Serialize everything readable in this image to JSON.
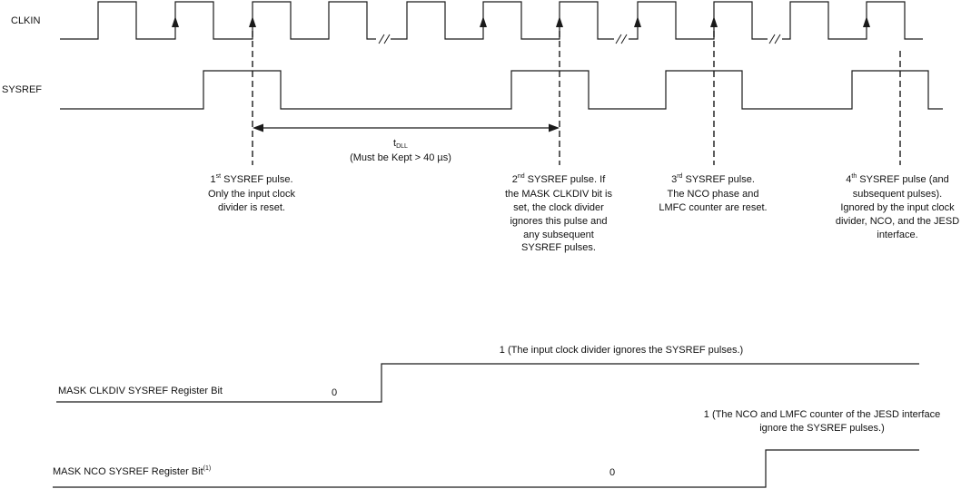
{
  "signals": {
    "clkin": "CLKIN",
    "sysref": "SYSREF",
    "mask_clkdiv": "MASK CLKDIV SYSREF Register Bit",
    "mask_nco": "MASK NCO SYSREF Register Bit",
    "mask_nco_sup": "(1)"
  },
  "tdll": {
    "symbol": "t",
    "subscript": "DLL",
    "constraint": "(Must be Kept > 40 µs)"
  },
  "pulses": [
    {
      "ordinal": "1",
      "suffix": "st",
      "lines": [
        " SYSREF pulse.",
        "Only the input clock",
        "divider is reset."
      ]
    },
    {
      "ordinal": "2",
      "suffix": "nd",
      "lines": [
        " SYSREF pulse. If",
        "the MASK CLKDIV bit is",
        "set, the clock divider",
        "ignores this pulse and",
        "any subsequent",
        "SYSREF pulses."
      ]
    },
    {
      "ordinal": "3",
      "suffix": "rd",
      "lines": [
        " SYSREF pulse.",
        "The NCO phase and",
        "LMFC counter are reset."
      ]
    },
    {
      "ordinal": "4",
      "suffix": "th",
      "lines": [
        " SYSREF pulse (and",
        "subsequent pulses).",
        "Ignored by the input clock",
        "divider, NCO, and the JESD",
        "interface."
      ]
    }
  ],
  "mask_clkdiv": {
    "low_value": "0",
    "high_text": "1 (The input clock divider ignores the SYSREF pulses.)"
  },
  "mask_nco": {
    "low_value": "0",
    "high_text_lines": [
      "1 (The NCO and LMFC counter of the JESD interface",
      "ignore the SYSREF pulses.)"
    ]
  }
}
